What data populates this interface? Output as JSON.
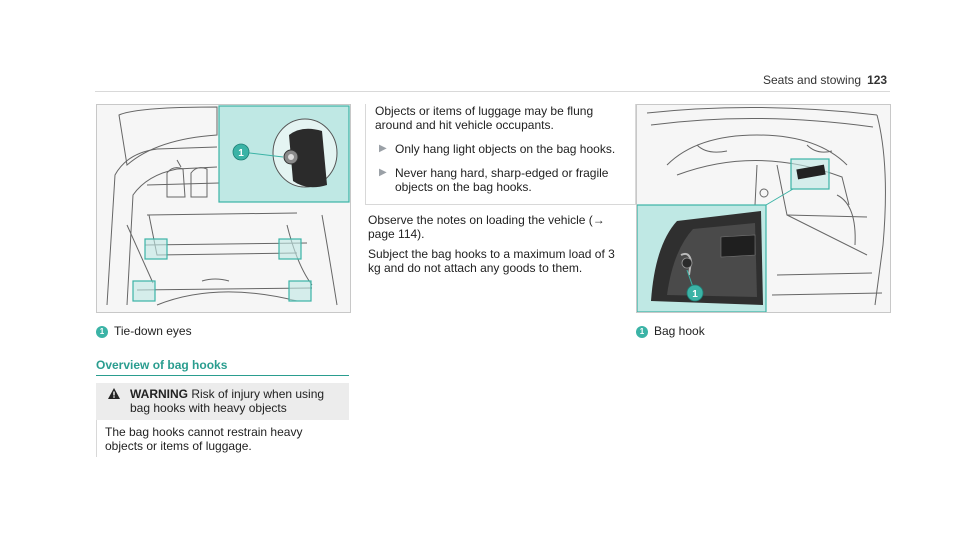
{
  "header": {
    "section": "Seats and stowing",
    "page": "123"
  },
  "figure1": {
    "callout": "1",
    "caption": "Tie-down eyes"
  },
  "section": {
    "title": "Overview of bag hooks"
  },
  "warning": {
    "label": "WARNING",
    "title": "Risk of injury when using bag hooks with heavy objects",
    "body": "The bag hooks cannot restrain heavy objects or items of luggage."
  },
  "note": {
    "intro": "Objects or items of luggage may be flung around and hit vehicle occupants.",
    "bullets": [
      "Only hang light objects on the bag hooks.",
      "Never hang hard, sharp-edged or fragile objects on the bag hooks."
    ]
  },
  "body": {
    "para1": "Observe the notes on loading the vehicle (→ page 114).",
    "para2": "Subject the bag hooks to a maximum load of 3 kg and do not attach any goods to them."
  },
  "figure2": {
    "callout": "1",
    "caption": "Bag hook"
  },
  "colors": {
    "accent": "#2a9d8f",
    "highlight": "#bfe8e4",
    "callout": "#3bb3a6"
  }
}
